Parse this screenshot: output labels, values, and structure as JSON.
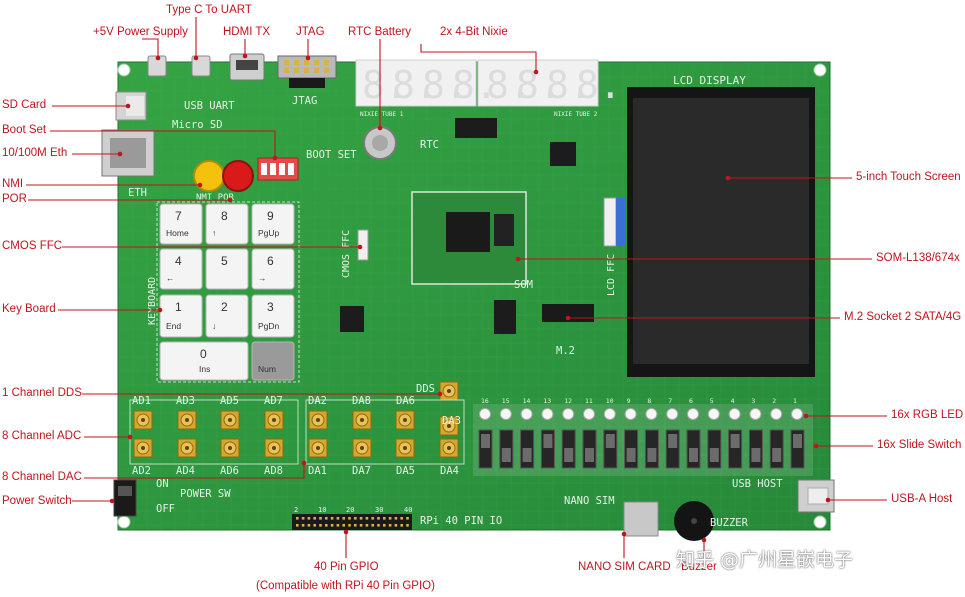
{
  "callouts": {
    "type_c_uart": "Type C To UART",
    "power_supply": "+5V Power Supply",
    "hdmi_tx": "HDMI TX",
    "jtag": "JTAG",
    "rtc_battery": "RTC Battery",
    "nixie": "2x 4-Bit Nixie",
    "sd_card": "SD Card",
    "boot_set": "Boot Set",
    "eth": "10/100M Eth",
    "nmi": "NMI",
    "por": "POR",
    "cmos_ffc": "CMOS FFC",
    "keyboard": "Key Board",
    "dds": "1 Channel DDS",
    "adc": "8 Channel ADC",
    "dac": "8 Channel DAC",
    "power_switch": "Power Switch",
    "gpio_40": "40 Pin GPIO",
    "gpio_compat": "(Compatible with RPi 40 Pin GPIO)",
    "nano_sim": "NANO SIM CARD",
    "buzzer": "Buzzer",
    "touch_screen": "5-inch Touch Screen",
    "som": "SOM-L138/674x",
    "m2_socket": "M.2 Socket 2 SATA/4G",
    "rgb_led": "16x RGB LED",
    "slide_switch": "16x Slide Switch",
    "usb_a": "USB-A Host"
  },
  "silkscreen": {
    "usb_uart": "USB UART",
    "jtag": "JTAG",
    "micro_sd": "Micro SD",
    "boot_set": "BOOT SET",
    "rtc": "RTC",
    "eth": "ETH",
    "nmi_por": "NMI POR",
    "lcd_display": "LCD DISPLAY",
    "cmos_ffc": "CMOS FFC",
    "lcd_ffc": "LCD FFC",
    "som": "SOM",
    "m2": "M.2",
    "keyboard": "KEYBOARD",
    "dds": "DDS",
    "power_sw": "POWER SW",
    "on": "ON",
    "off": "OFF",
    "rpi_header": "RPi 40 PIN IO",
    "nano_sim": "NANO SIM",
    "buzzer": "BUZZER",
    "usb_host": "USB HOST",
    "adc_top": [
      "AD1",
      "AD3",
      "AD5",
      "AD7"
    ],
    "adc_bottom": [
      "AD2",
      "AD4",
      "AD6",
      "AD8"
    ],
    "dac_top": [
      "DA2",
      "DA8",
      "DA6"
    ],
    "dac_right": "DA3",
    "dac_bottom": [
      "DA1",
      "DA7",
      "DA5",
      "DA4"
    ],
    "gpio_pins": [
      "2",
      "10",
      "20",
      "30",
      "40"
    ],
    "led_numbers": [
      "16",
      "15",
      "14",
      "13",
      "12",
      "11",
      "10",
      "9",
      "8",
      "7",
      "6",
      "5",
      "4",
      "3",
      "2",
      "1"
    ],
    "nixie_tube_1": "NIXIE TUBE 1",
    "nixie_tube_2": "NIXIE TUBE 2",
    "nixie_digits": "8.8.8.8.8.8.8.8."
  },
  "keypad": [
    {
      "num": "7",
      "sub": "Home"
    },
    {
      "num": "8",
      "sub": "↑"
    },
    {
      "num": "9",
      "sub": "PgUp"
    },
    {
      "num": "4",
      "sub": "←"
    },
    {
      "num": "5",
      "sub": ""
    },
    {
      "num": "6",
      "sub": "→"
    },
    {
      "num": "1",
      "sub": "End"
    },
    {
      "num": "2",
      "sub": "↓"
    },
    {
      "num": "3",
      "sub": "PgDn"
    },
    {
      "num": "0",
      "sub": "Ins"
    },
    {
      "num": "",
      "sub": "Num"
    }
  ],
  "watermark": "知乎 @广州星嵌电子",
  "colors": {
    "pcb": "#2e9b3e",
    "pcb_dark": "#1f7a2e",
    "callout": "#c0141e",
    "nixie_bg": "#f1f1f1",
    "lcd_screen": "#2a2a2a",
    "button_yellow": "#f4c20d",
    "button_red": "#d91a1a"
  }
}
